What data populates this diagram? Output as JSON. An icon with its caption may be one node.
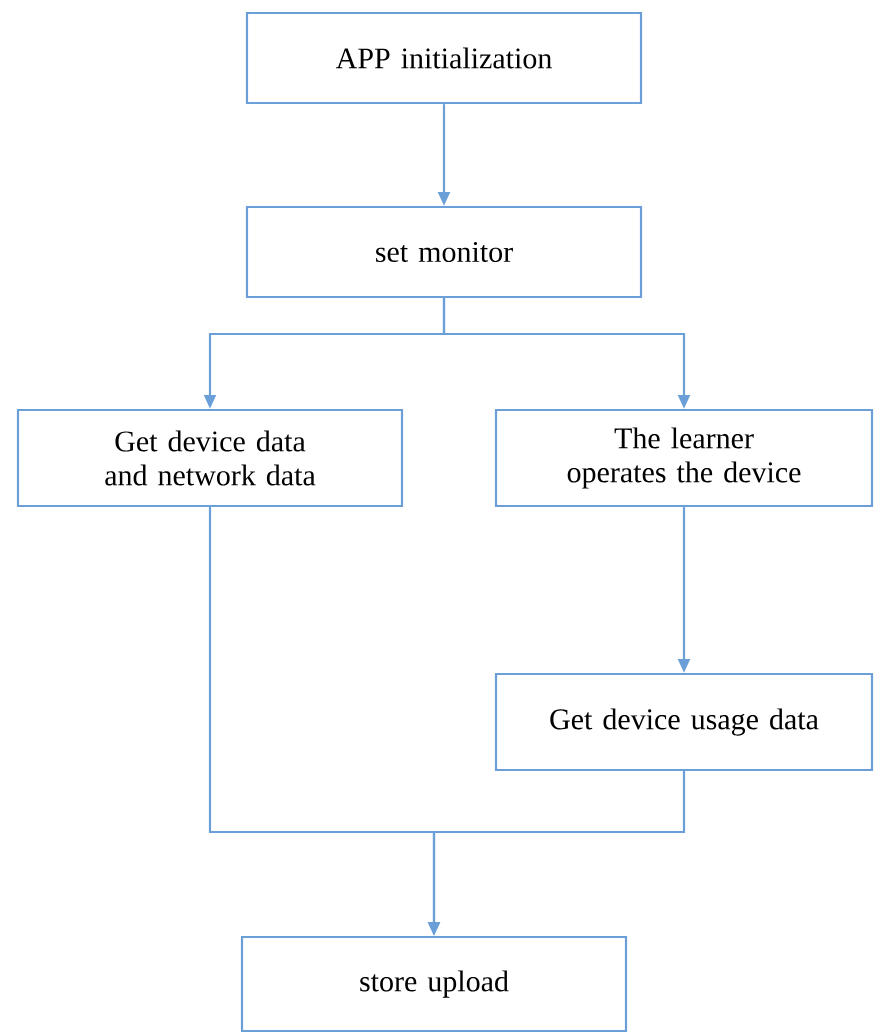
{
  "diagram": {
    "nodes": [
      {
        "text": [
          "APP initialization"
        ]
      },
      {
        "text": [
          "set monitor"
        ]
      },
      {
        "text": [
          "Get device data and network data"
        ]
      },
      {
        "text": [
          "The learner operates the device"
        ]
      },
      {
        "text": [
          "Get device usage data"
        ]
      },
      {
        "text": [
          "store upload"
        ]
      }
    ],
    "edges": [
      {
        "from": 0,
        "to": 1,
        "arrow": "to"
      },
      {
        "from": 1,
        "to": 2,
        "arrow": "to"
      },
      {
        "from": 1,
        "to": 3,
        "arrow": "to"
      },
      {
        "from": 3,
        "to": 4,
        "arrow": "to"
      },
      {
        "from": 2,
        "to": 5,
        "arrow": "to"
      },
      {
        "from": 4,
        "to": 5,
        "arrow": "to"
      }
    ]
  }
}
